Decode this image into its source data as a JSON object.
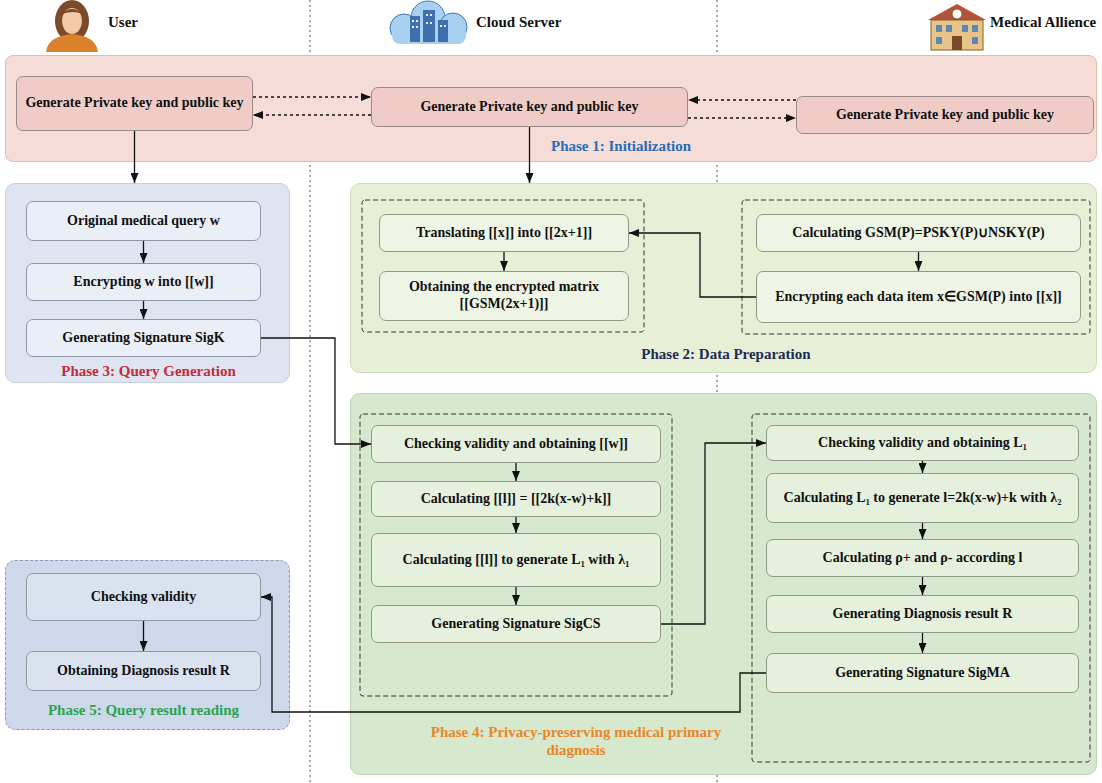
{
  "diagram": {
    "nodes": [
      {
        "text": [
          "Phase 1: Initialization"
        ]
      },
      {
        "text": [
          "Generate Private key and public key"
        ],
        "in": 0
      },
      {
        "text": [
          "Generate Private key and public key"
        ],
        "in": 0
      },
      {
        "text": [
          "Generate Private key and public key"
        ],
        "in": 0
      },
      {
        "text": [
          "Phase 3: Query Generation"
        ]
      },
      {
        "text": [
          "Original medical query w"
        ],
        "in": 4
      },
      {
        "text": [
          "Encrypting w into [[w]]"
        ],
        "in": 4
      },
      {
        "text": [
          "Generating Signature SigK"
        ],
        "in": 4
      },
      {
        "text": [
          "Phase 2: Data Preparation"
        ]
      },
      {
        "text": [
          "Translating [[x]] into [[2x+1]]"
        ],
        "in": 8
      },
      {
        "text": [
          "Obtaining the encrypted matrix [[GSM(2x+1)]]"
        ],
        "in": 8
      },
      {
        "text": [
          "Calculating GSM(P)=PSKY(P)∪NSKY(P)"
        ],
        "in": 8
      },
      {
        "text": [
          "Encrypting each data item x∈GSM(P) into [[x]]"
        ],
        "in": 8
      },
      {
        "text": [
          "Phase 4: Privacy-preserving medical primary diagnosis"
        ]
      },
      {
        "text": [
          "Checking validity and obtaining [[w]]"
        ],
        "in": 13
      },
      {
        "text": [
          "Calculating [[l]] = [[2k(x-w)+k]]"
        ],
        "in": 13
      },
      {
        "text": [
          "Calculating [[l]] to generate L₁ with λ₁"
        ],
        "in": 13
      },
      {
        "text": [
          "Generating Signature SigCS"
        ],
        "in": 13
      },
      {
        "text": [
          "Checking validity and obtaining L₁"
        ],
        "in": 13
      },
      {
        "text": [
          "Calculating L₁ to generate l=2k(x-w)+k with λ₂"
        ],
        "in": 13
      },
      {
        "text": [
          "Calculating ρ+ and ρ- according l"
        ],
        "in": 13
      },
      {
        "text": [
          "Generating Diagnosis result R"
        ],
        "in": 13
      },
      {
        "text": [
          "Generating Signature SigMA"
        ],
        "in": 13
      },
      {
        "text": [
          "Phase 5: Query result reading"
        ]
      },
      {
        "text": [
          "Checking validity"
        ],
        "in": 23
      },
      {
        "text": [
          "Obtaining Diagnosis result R"
        ],
        "in": 23
      }
    ],
    "edges": [
      {
        "from": 1,
        "to": 2,
        "arrow": "to"
      },
      {
        "from": 2,
        "to": 1,
        "arrow": "to"
      },
      {
        "from": 3,
        "to": 2,
        "arrow": "to"
      },
      {
        "from": 2,
        "to": 3,
        "arrow": "to"
      },
      {
        "from": 1,
        "to": 4,
        "arrow": "to"
      },
      {
        "from": 2,
        "to": 8,
        "arrow": "to"
      },
      {
        "from": 5,
        "to": 6,
        "arrow": "to"
      },
      {
        "from": 6,
        "to": 7,
        "arrow": "to"
      },
      {
        "from": 11,
        "to": 12,
        "arrow": "to"
      },
      {
        "from": 12,
        "to": 9,
        "arrow": "to"
      },
      {
        "from": 9,
        "to": 10,
        "arrow": "to"
      },
      {
        "from": 7,
        "to": 14,
        "arrow": "to"
      },
      {
        "from": 14,
        "to": 15,
        "arrow": "to"
      },
      {
        "from": 15,
        "to": 16,
        "arrow": "to"
      },
      {
        "from": 16,
        "to": 17,
        "arrow": "to"
      },
      {
        "from": 17,
        "to": 18,
        "arrow": "to"
      },
      {
        "from": 18,
        "to": 19,
        "arrow": "to"
      },
      {
        "from": 19,
        "to": 20,
        "arrow": "to"
      },
      {
        "from": 20,
        "to": 21,
        "arrow": "to"
      },
      {
        "from": 21,
        "to": 22,
        "arrow": "to"
      },
      {
        "from": 22,
        "to": 24,
        "arrow": "to"
      },
      {
        "from": 24,
        "to": 25,
        "arrow": "to"
      }
    ],
    "labels": [
      "User",
      "Cloud Server",
      "Medical Allience"
    ]
  }
}
